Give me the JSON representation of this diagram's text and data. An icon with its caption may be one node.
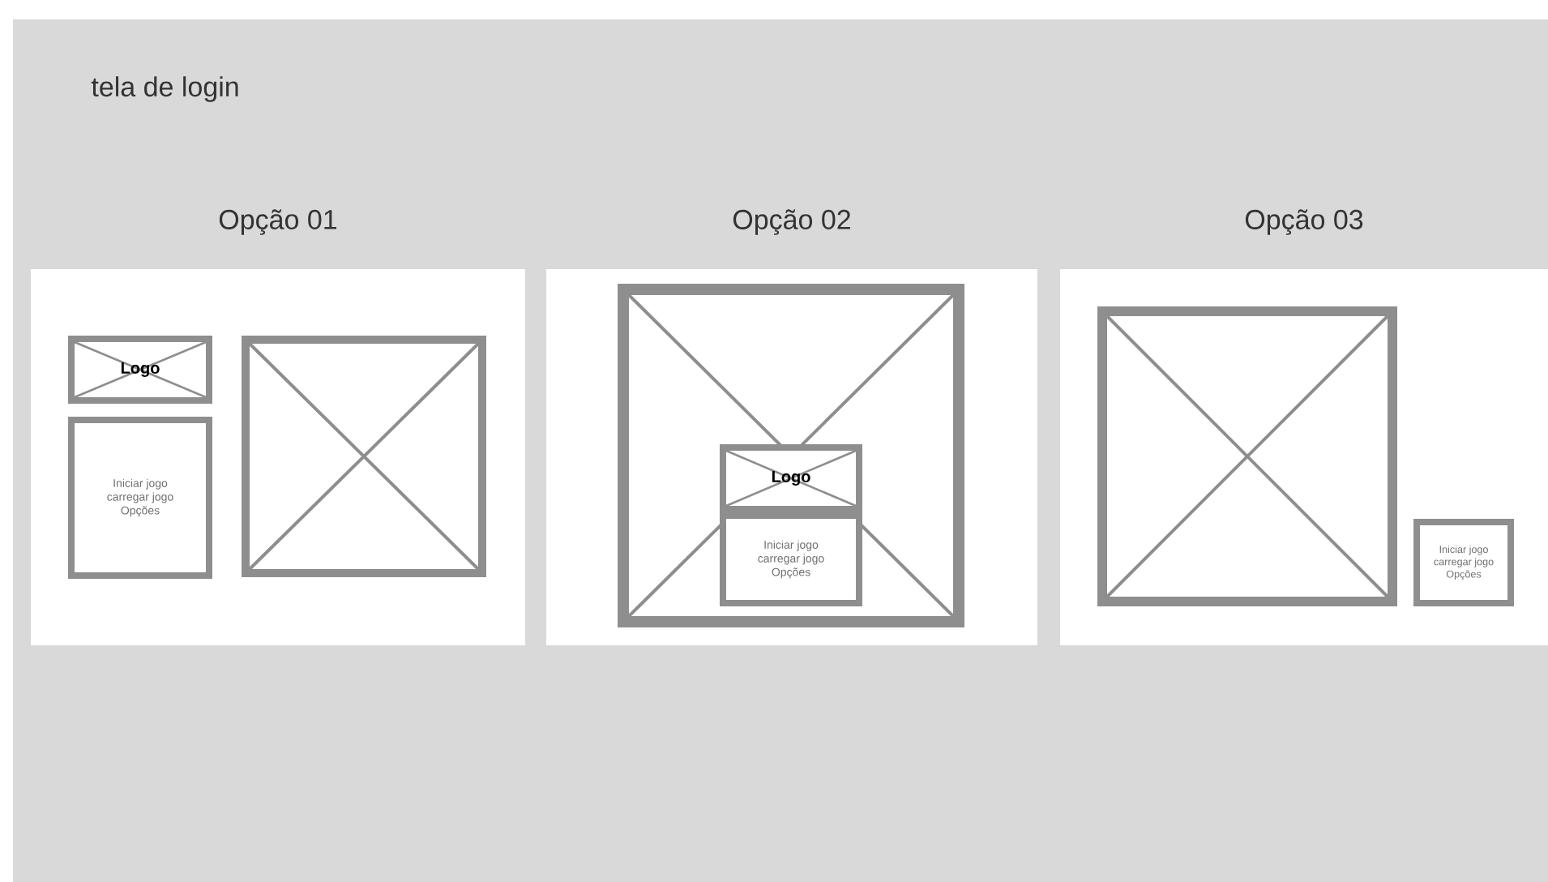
{
  "diagram": {
    "title": "tela de login",
    "nodes": [
      {
        "text": [
          "Opção 01"
        ]
      },
      {
        "text": [
          "Logo"
        ],
        "in": 0
      },
      {
        "text": [
          "Iniciar jogo",
          "carregar jogo",
          "Opções"
        ],
        "in": 0
      },
      {
        "text": [],
        "shape": "box",
        "in": 0
      },
      {
        "text": [
          "Opção 02"
        ]
      },
      {
        "text": [],
        "shape": "box",
        "in": 4
      },
      {
        "text": [
          "Logo"
        ],
        "in": 5
      },
      {
        "text": [
          "Iniciar jogo",
          "carregar jogo",
          "Opções"
        ],
        "in": 5
      },
      {
        "text": [
          "Opção 03"
        ]
      },
      {
        "text": [],
        "shape": "box",
        "in": 8
      },
      {
        "text": [
          "Iniciar jogo",
          "carregar jogo",
          "Opções"
        ],
        "in": 8
      }
    ]
  }
}
